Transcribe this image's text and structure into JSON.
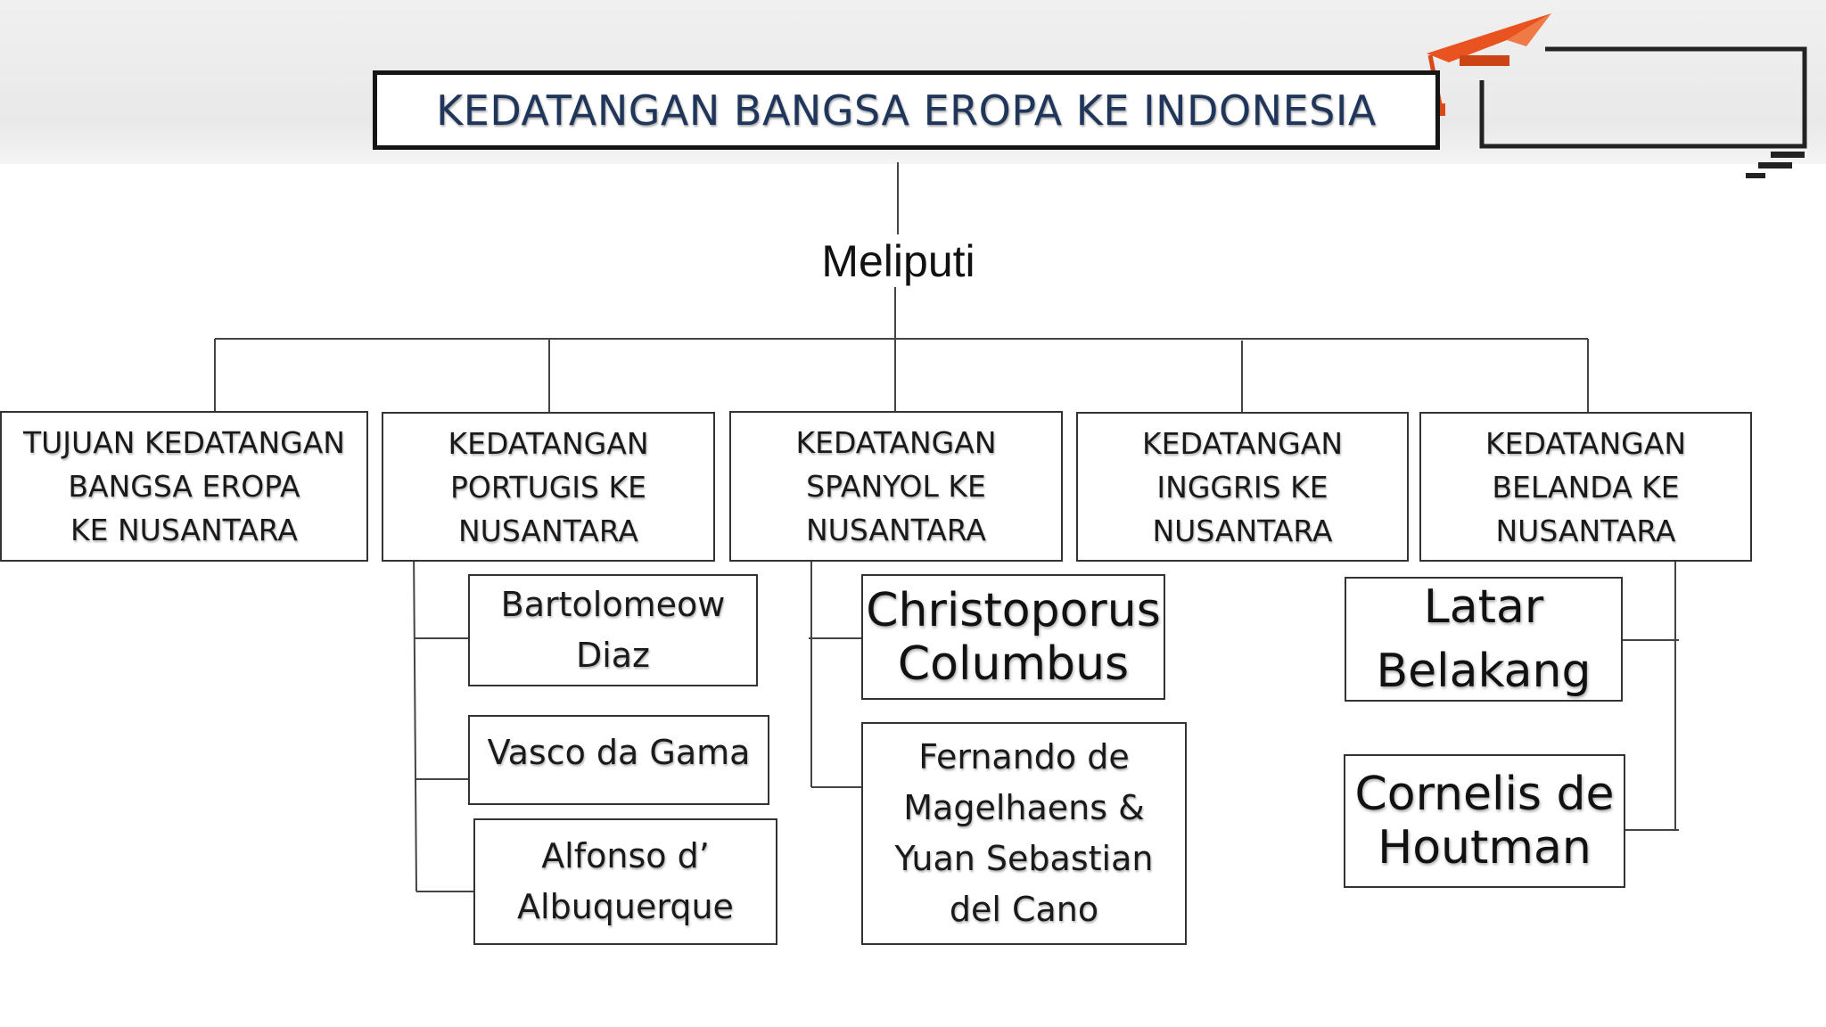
{
  "title": "KEDATANGAN BANGSA EROPA KE INDONESIA",
  "connector_label": "Meliputi",
  "colors": {
    "title_text": "#1f3559",
    "border": "#333333",
    "accent_cap": "#e8531f"
  },
  "icons": [
    "graduation-cap-icon"
  ],
  "branches": [
    {
      "label": "TUJUAN KEDATANGAN\nBANGSA EROPA\nKE NUSANTARA",
      "children": []
    },
    {
      "label": "KEDATANGAN\nPORTUGIS KE\nNUSANTARA",
      "children": [
        "Bartolomeow\nDiaz",
        "Vasco da Gama",
        "Alfonso d’\nAlbuquerque"
      ]
    },
    {
      "label": "KEDATANGAN\nSPANYOL KE\nNUSANTARA",
      "children": [
        "Christoporus\nColumbus",
        "Fernando de\nMagelhaens &\nYuan Sebastian\ndel Cano"
      ]
    },
    {
      "label": "KEDATANGAN\nINGGRIS KE\nNUSANTARA",
      "children": []
    },
    {
      "label": "KEDATANGAN\nBELANDA KE\nNUSANTARA",
      "children": [
        "Latar\nBelakang",
        "Cornelis de\nHoutman"
      ]
    }
  ]
}
